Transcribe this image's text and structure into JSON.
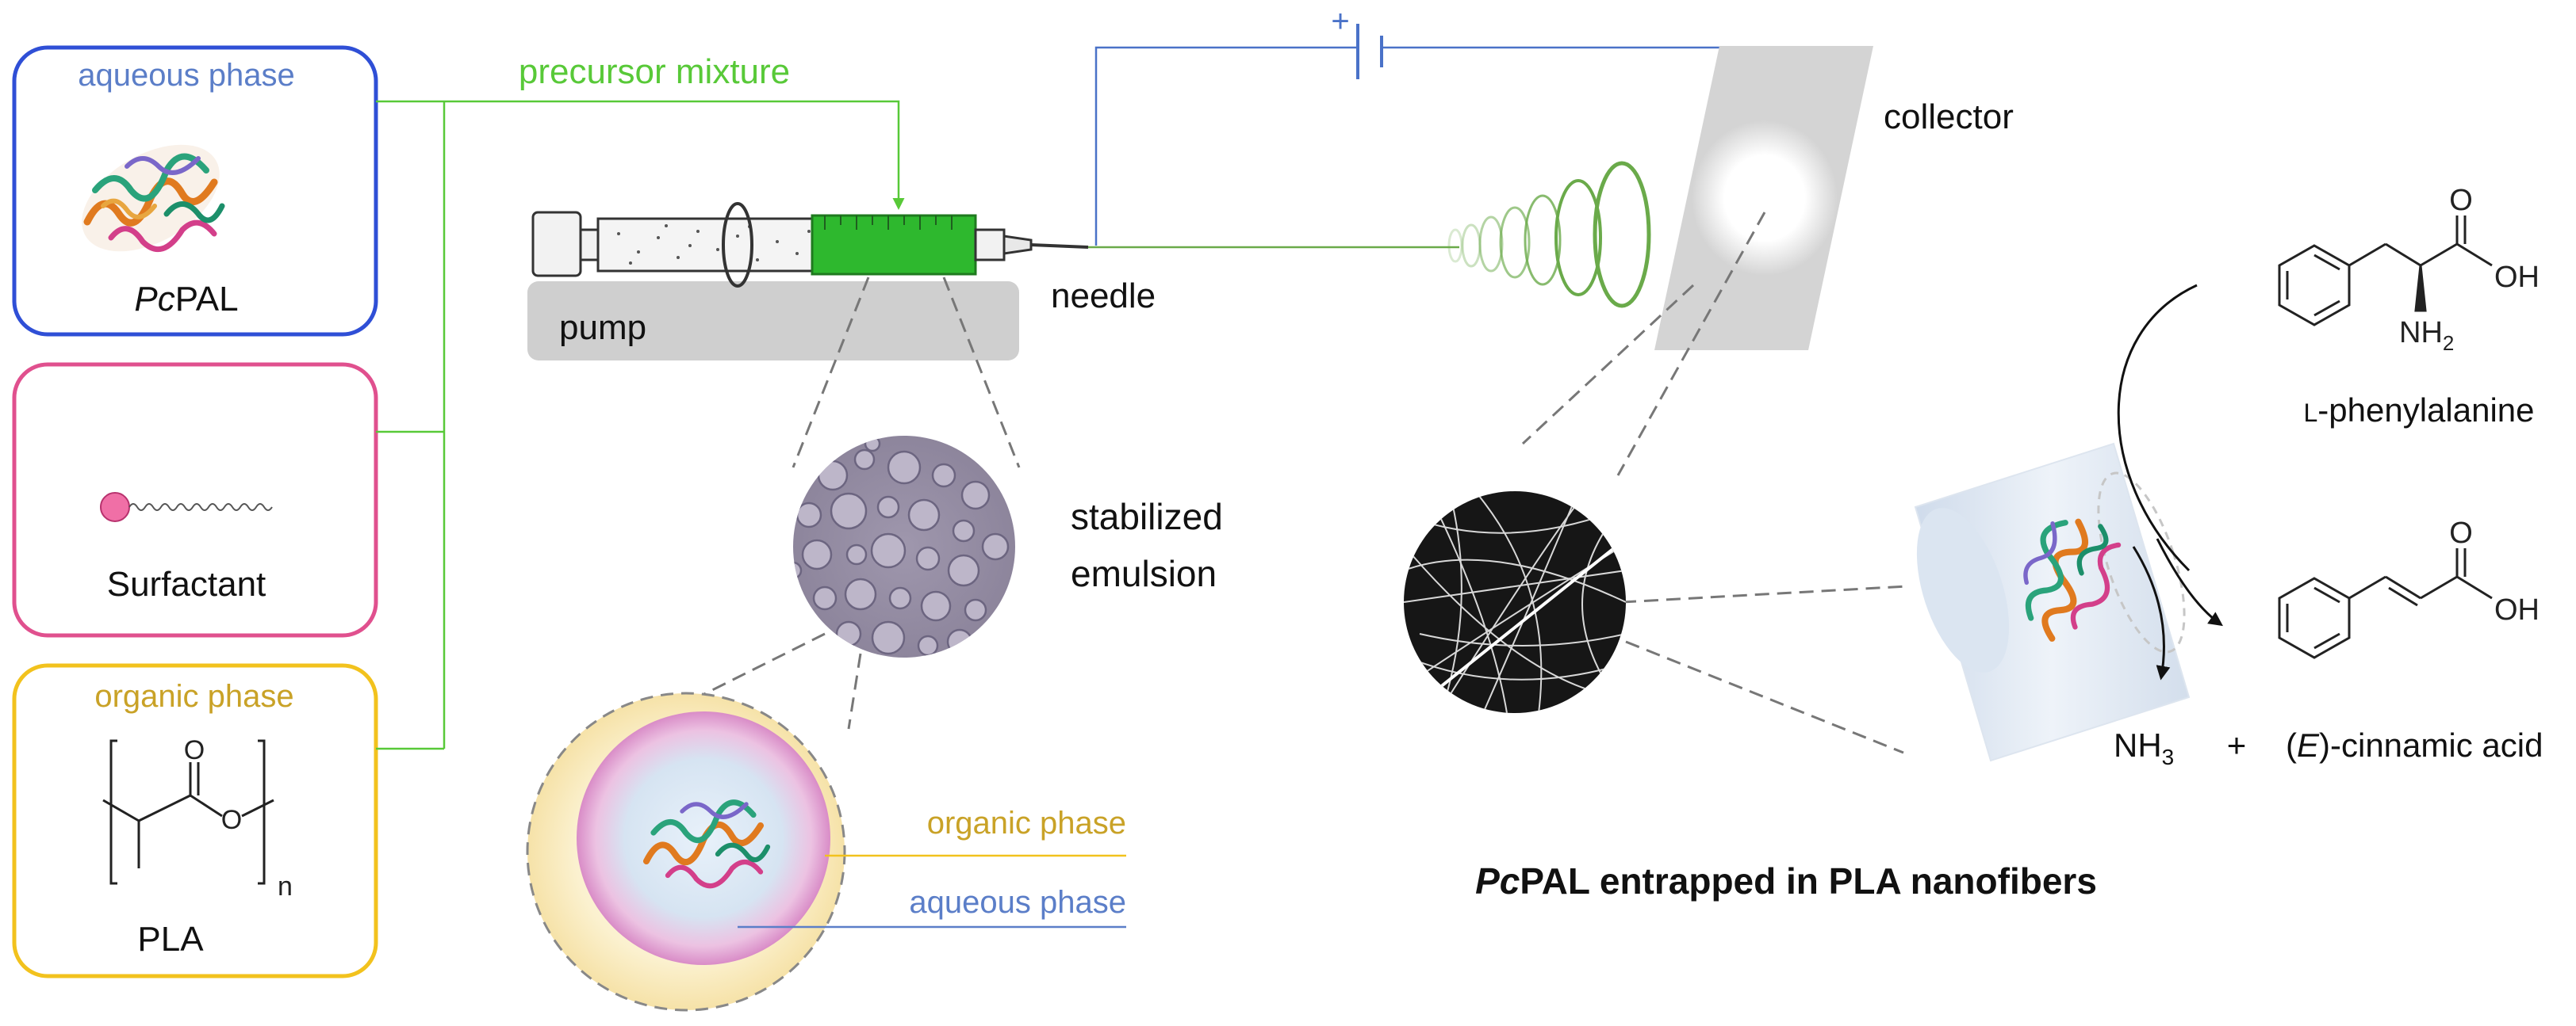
{
  "colors": {
    "aqueous_box": "#2f4fd6",
    "surfactant_box": "#e0508e",
    "organic_box": "#f2c21d",
    "precursor_line": "#58c938",
    "voltage_line": "#4a72c8",
    "aqueous_text": "#5b7ec8",
    "organic_text": "#c9a227",
    "green_fill": "#2eb82e",
    "coil": "#6aaa4a"
  },
  "inputs": {
    "aqueous": {
      "title": "aqueous phase",
      "name_italic": "Pc",
      "name_rest": "PAL"
    },
    "surfactant": {
      "name": "Surfactant"
    },
    "organic": {
      "title": "organic phase",
      "name": "PLA",
      "subscript": "n"
    }
  },
  "setup": {
    "precursor_label": "precursor mixture",
    "pump_label": "pump",
    "needle_label": "needle",
    "collector_label": "collector",
    "plus_sign": "+"
  },
  "emulsion": {
    "label_line1": "stabilized",
    "label_line2": "emulsion",
    "organic_label": "organic phase",
    "aqueous_label": "aqueous phase"
  },
  "product": {
    "caption_italic": "Pc",
    "caption_rest": "PAL entrapped in PLA nanofibers"
  },
  "reaction": {
    "substrate_prefix": "L",
    "substrate_rest": "-phenylalanine",
    "amine_group": "NH",
    "amine_sub": "2",
    "acid_group": "OH",
    "carbonyl": "O",
    "ammonia": "NH",
    "ammonia_sub": "3",
    "plus": "+",
    "product_open": "(",
    "product_italic": "E",
    "product_rest": ")-cinnamic acid"
  }
}
